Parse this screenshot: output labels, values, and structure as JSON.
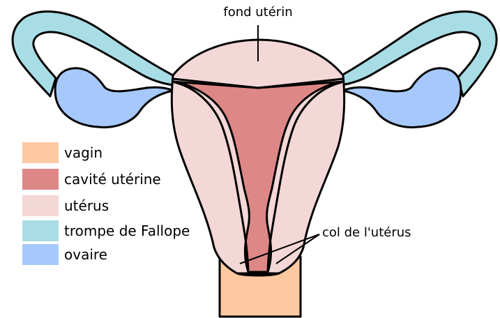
{
  "colors": {
    "vagina": "#fec9a0",
    "uterine_cavity": "#de8787",
    "uterus": "#f4d7d7",
    "fallopian_tube": "#a8dde5",
    "ovary": "#a6c8fa",
    "outline": "#000000"
  },
  "legend": [
    {
      "label": "vagin",
      "color_key": "vagina"
    },
    {
      "label": "cavité utérine",
      "color_key": "uterine_cavity"
    },
    {
      "label": "utérus",
      "color_key": "uterus"
    },
    {
      "label": "trompe de Fallope",
      "color_key": "fallopian_tube"
    },
    {
      "label": "ovaire",
      "color_key": "ovary"
    }
  ],
  "annotations": {
    "fundus": "fond utérin",
    "cervix": "col de l'utérus"
  }
}
